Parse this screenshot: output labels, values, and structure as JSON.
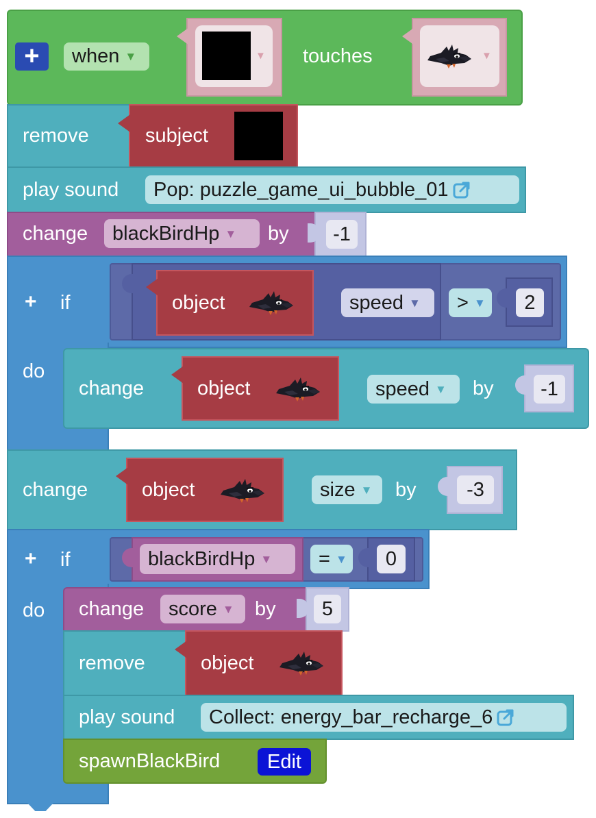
{
  "event": {
    "when_label": "when",
    "touches_label": "touches",
    "colors": {
      "event": "#5cb85a",
      "dropdown": "#b3e2b0"
    }
  },
  "blocks": {
    "remove_label": "remove",
    "subject_label": "subject",
    "play_sound_label": "play sound",
    "sound1": "Pop: puzzle_game_ui_bubble_01",
    "change_label": "change",
    "var1": "blackBirdHp",
    "by_label": "by",
    "value1": "-1",
    "if_label": "if",
    "do_label": "do",
    "object_label": "object",
    "prop_speed": "speed",
    "op_gt": ">",
    "value2": "2",
    "value3": "-1",
    "prop_size": "size",
    "value4": "-3",
    "var2": "blackBirdHp",
    "op_eq": "=",
    "value5": "0",
    "var3": "score",
    "value6": "5",
    "sound2": "Collect: energy_bar_recharge_6",
    "func_name": "spawnBlackBird",
    "edit_label": "Edit"
  },
  "icons": {
    "bird": "black-bird-sprite-icon",
    "plus": "plus-icon",
    "external": "external-link-icon",
    "dropdown": "dropdown-caret-icon"
  }
}
